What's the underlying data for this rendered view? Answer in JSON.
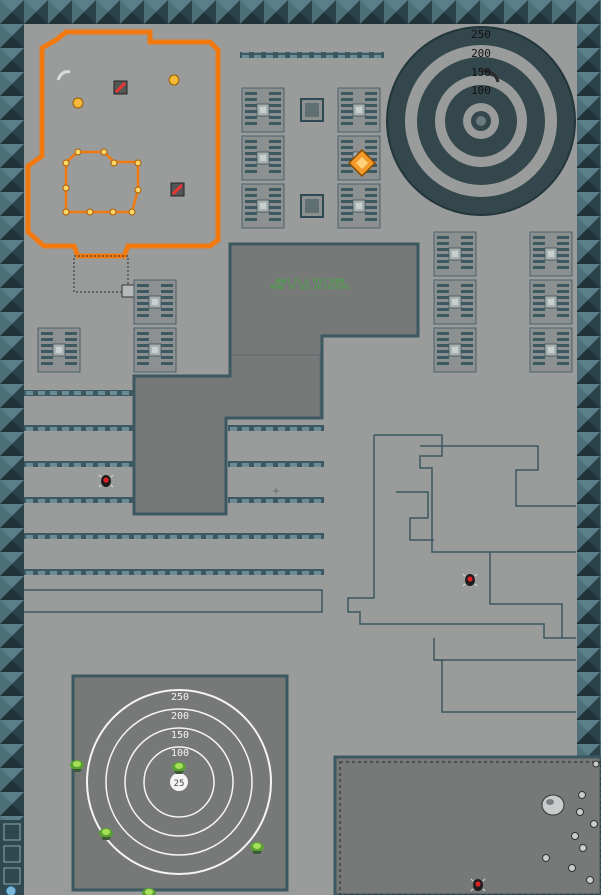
{
  "colors": {
    "floor": "#9a9c9c",
    "floor_line": "#6e7474",
    "wall_dark": "#2e4a52",
    "wall_light": "#6d8a92",
    "pit": "#777979",
    "orange": "#f07a10",
    "green_text": "#3fb03a",
    "ring_dark": "#33474c",
    "ring_mid": "#9a9c9c"
  },
  "signs": {
    "line1": "WHAT IS A TEST ROOM",
    "line2": "MORE TO SEE IN EDITORS"
  },
  "target_top": {
    "ring_labels": [
      "250",
      "200",
      "150",
      "100"
    ]
  },
  "target_bottom": {
    "ring_labels": [
      "250",
      "200",
      "150",
      "100"
    ],
    "center_label": "25"
  },
  "icons": {
    "enemy": "red-bug-icon",
    "turret": "green-turret-icon",
    "pickup": "orange-diamond-icon",
    "coin": "gold-coin-icon",
    "boulder": "boulder-icon"
  }
}
